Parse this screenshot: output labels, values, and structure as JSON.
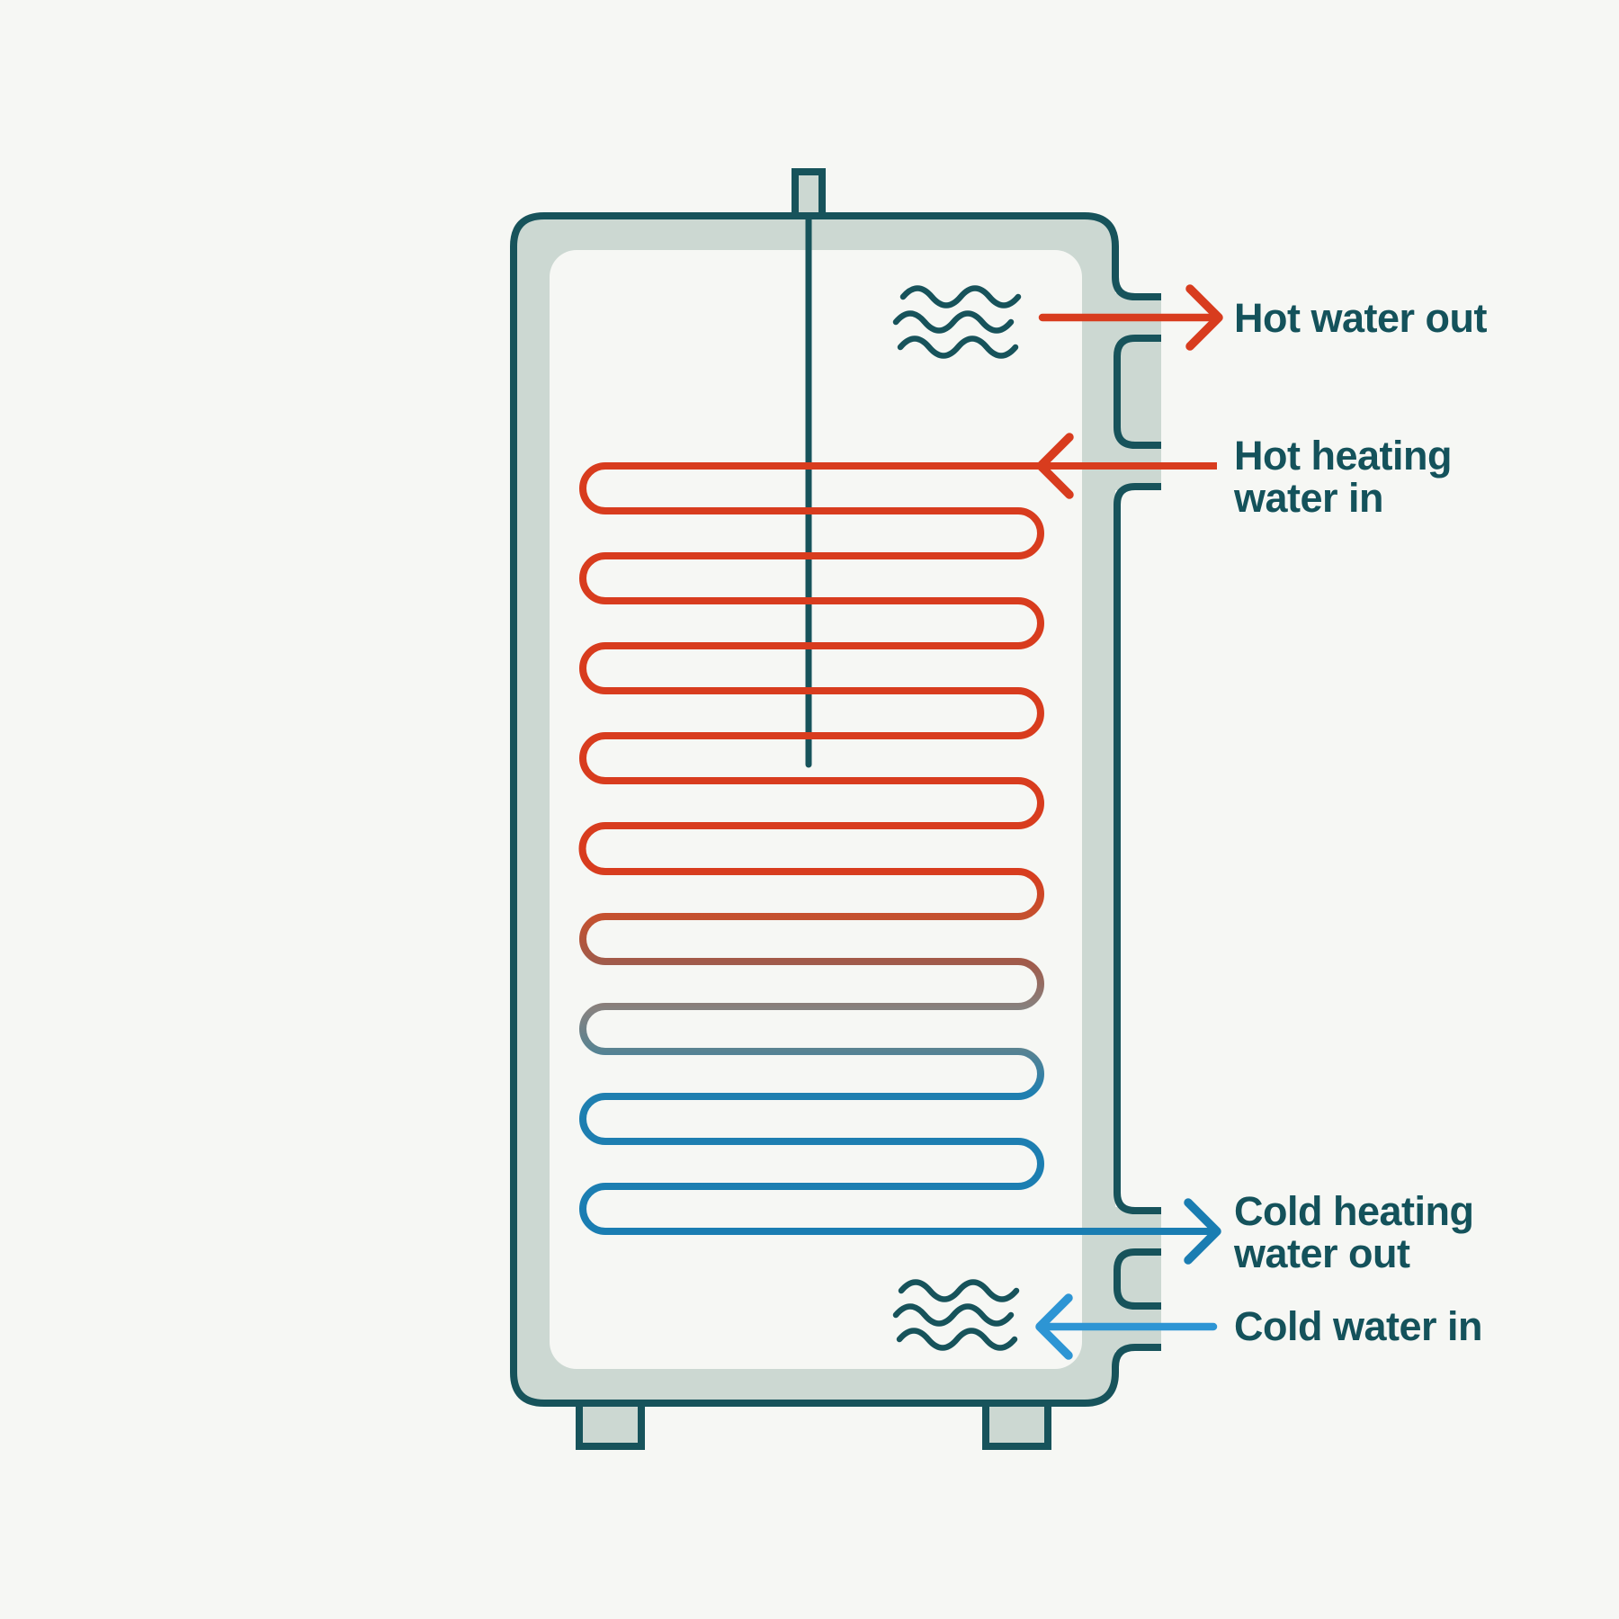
{
  "diagram": {
    "labels": {
      "hot_water_out": {
        "text": "Hot water out"
      },
      "hot_heating_water_in": {
        "line1": "Hot heating",
        "line2": "water in"
      },
      "cold_heating_water_out": {
        "line1": "Cold heating",
        "line2": "water out"
      },
      "cold_water_in": {
        "text": "Cold water in"
      }
    },
    "colors": {
      "background": "#f6f7f4",
      "tank_fill": "#ccd8d2",
      "outline": "#17535b",
      "text": "#14525b",
      "hot": "#d83c1e",
      "cold": "#1a7db2",
      "cold_in": "#2d95d4",
      "coil_gradient": {
        "0": "#d83c1e",
        "1": "#d83c1e",
        "2": "#c4512f",
        "3": "#a05b4b",
        "4": "#868280",
        "5": "#5c8390",
        "6": "#1f7fb0",
        "7": "#1a7db2"
      }
    }
  }
}
